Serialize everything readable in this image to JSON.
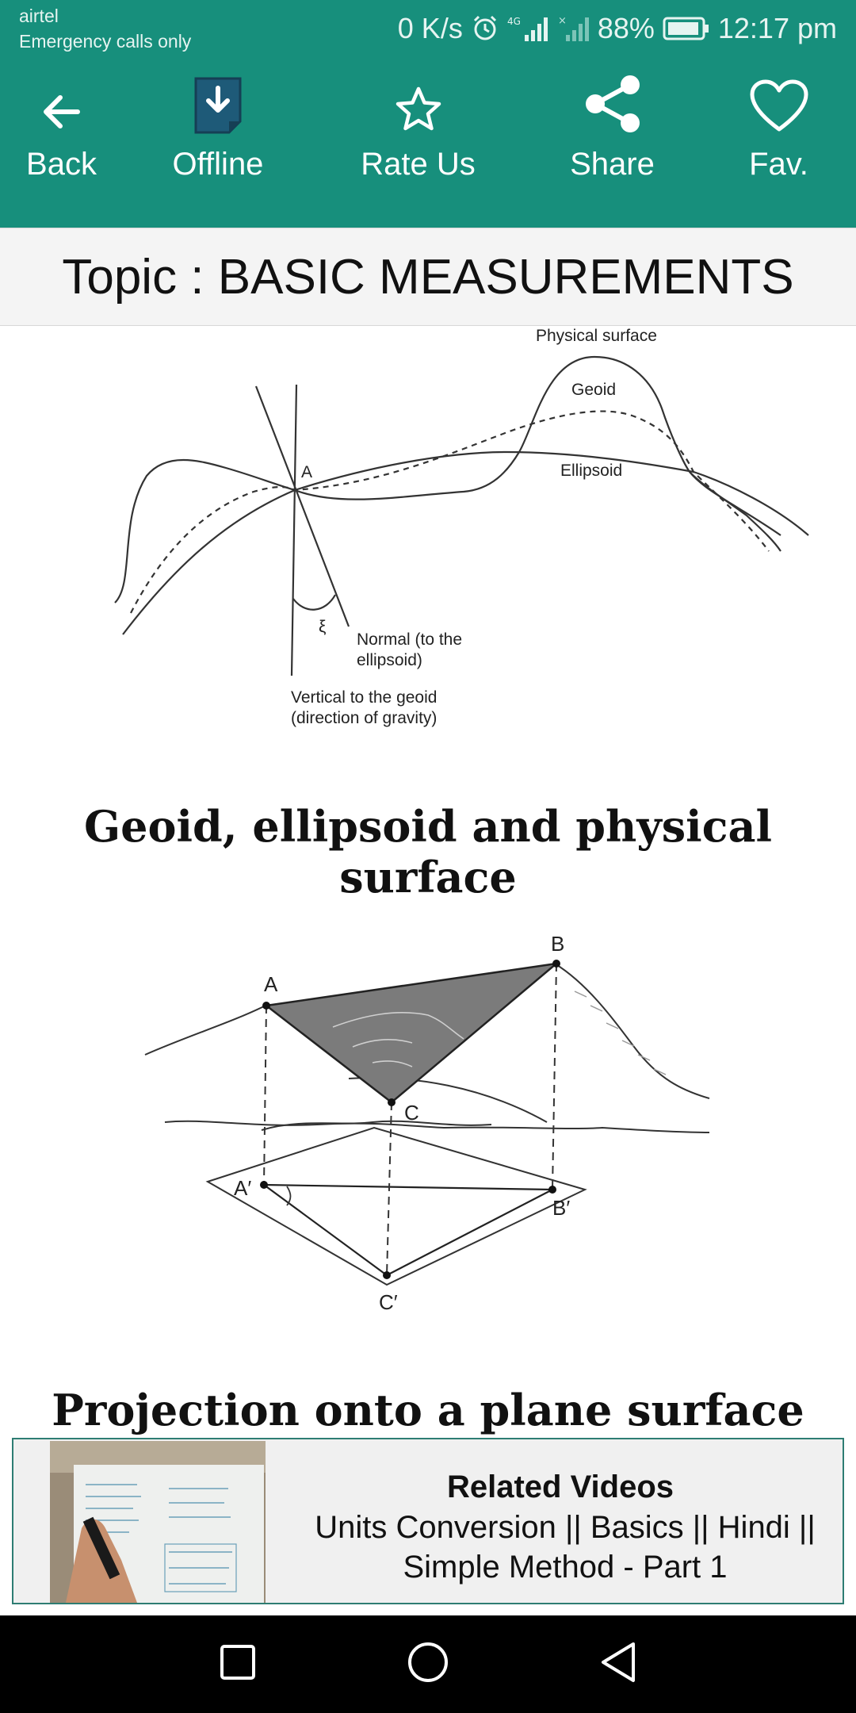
{
  "status_bar": {
    "carrier": "airtel",
    "emergency": "Emergency calls only",
    "net_speed": "0 K/s",
    "battery": "88%",
    "time": "12:17 pm"
  },
  "toolbar": {
    "back": "Back",
    "offline": "Offline",
    "rate_us": "Rate Us",
    "share": "Share",
    "fav": "Fav."
  },
  "topic": "Topic : BASIC MEASUREMENTS",
  "figure1": {
    "labels": {
      "physical_surface": "Physical surface",
      "geoid": "Geoid",
      "ellipsoid": "Ellipsoid",
      "point_a": "A",
      "xi": "ξ",
      "normal_1": "Normal (to the",
      "normal_2": "ellipsoid)",
      "vertical_1": "Vertical to the geoid",
      "vertical_2": "(direction of gravity)"
    },
    "caption": "Geoid, ellipsoid and physical surface"
  },
  "figure2": {
    "labels": {
      "a": "A",
      "b": "B",
      "c": "C",
      "a_prime": "A′",
      "b_prime": "B′",
      "c_prime": "C′"
    },
    "caption": "Projection onto a plane surface"
  },
  "related": {
    "title": "Related Videos",
    "line1": "Units Conversion || Basics || Hindi ||",
    "line2": "Simple Method - Part 1"
  },
  "colors": {
    "accent": "#178f7c",
    "card_border": "#2e7d73",
    "nav_bg": "#000000"
  }
}
